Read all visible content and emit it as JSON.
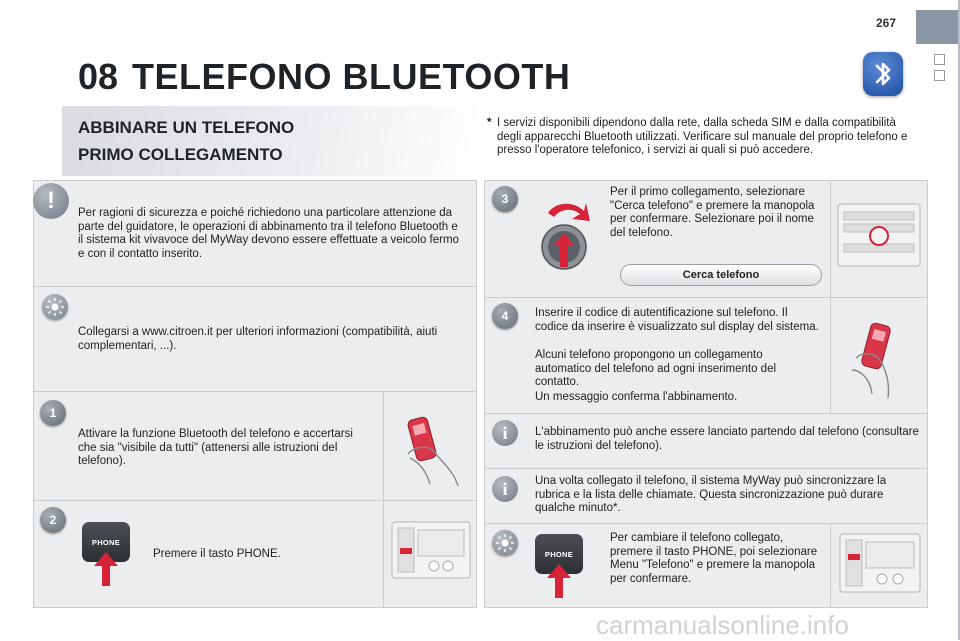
{
  "page": {
    "number": "267"
  },
  "header": {
    "chapter": "08",
    "title": "TELEFONO BLUETOOTH"
  },
  "section": {
    "title_line1": "ABBINARE UN TELEFONO",
    "title_line2": "PRIMO COLLEGAMENTO"
  },
  "footnote": {
    "marker": "*",
    "text": "I servizi disponibili dipendono dalla rete, dalla scheda SIM e dalla compatibilità degli apparecchi Bluetooth utilizzati. Verificare sul manuale del proprio telefono e presso l'operatore telefonico, i servizi ai quali si può accedere."
  },
  "left": {
    "warning": {
      "icon": "exclamation-icon",
      "text": "Per ragioni di sicurezza e poiché richiedono una particolare attenzione da parte del guidatore, le operazioni di abbinamento tra il telefono Bluetooth e il sistema kit vivavoce del MyWay devono essere effettuate a veicolo fermo e con il contatto inserito."
    },
    "tip": {
      "icon": "bulb-icon",
      "text": "Collegarsi a www.citroen.it per ulteriori informazioni (compatibilità, aiuti complementari, ...)."
    },
    "step1": {
      "number": "1",
      "text": "Attivare la funzione Bluetooth del telefono e accertarsi che sia \"visibile da tutti\" (attenersi alle istruzioni del telefono)."
    },
    "step2": {
      "number": "2",
      "button_label": "PHONE",
      "text": "Premere il tasto PHONE."
    }
  },
  "right": {
    "step3": {
      "number": "3",
      "text": "Per il primo collegamento, selezionare \"Cerca telefono\" e premere la manopola per confermare. Selezionare poi il nome del telefono.",
      "menu_label": "Cerca telefono"
    },
    "step4": {
      "number": "4",
      "p1": "Inserire il codice di autentificazione sul telefono. Il codice da inserire è visualizzato sul display del sistema.",
      "p2": "Alcuni telefono propongono un collegamento automatico del telefono ad ogni inserimento del contatto.",
      "p3": "Un messaggio conferma l'abbinamento."
    },
    "info1": {
      "icon": "info-icon",
      "text": "L'abbinamento può anche essere lanciato partendo dal telefono (consultare le istruzioni del telefono)."
    },
    "info2": {
      "icon": "info-icon",
      "text": "Una volta collegato il telefono, il sistema MyWay può sincronizzare la rubrica e la lista delle chiamate. Questa sincronizzazione può durare qualche minuto*."
    },
    "tip2": {
      "icon": "bulb-icon",
      "button_label": "PHONE",
      "text": "Per cambiare il telefono collegato, premere il tasto PHONE, poi selezionare Menu \"Telefono\" e premere la manopola per confermare."
    }
  },
  "watermark": "carmanualsonline.info"
}
